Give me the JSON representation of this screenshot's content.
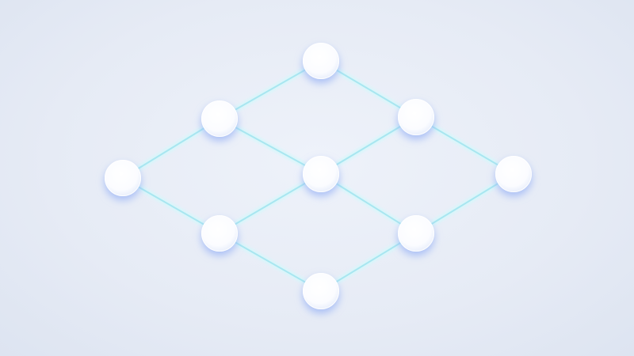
{
  "diagram": {
    "type": "lattice-network",
    "colors": {
      "background": "#e9eef7",
      "node_fill": "#ffffff",
      "node_glow": "#9db6f5",
      "edge": "#a8e6f0",
      "edge_glow": "#d6f7fb"
    },
    "nodes": [
      {
        "id": "top"
      },
      {
        "id": "upper-left"
      },
      {
        "id": "upper-right"
      },
      {
        "id": "left"
      },
      {
        "id": "center"
      },
      {
        "id": "right"
      },
      {
        "id": "lower-left"
      },
      {
        "id": "lower-right"
      },
      {
        "id": "bottom"
      }
    ],
    "edges": [
      {
        "from": "top",
        "to": "upper-left"
      },
      {
        "from": "top",
        "to": "upper-right"
      },
      {
        "from": "upper-left",
        "to": "left"
      },
      {
        "from": "upper-left",
        "to": "center"
      },
      {
        "from": "upper-right",
        "to": "center"
      },
      {
        "from": "upper-right",
        "to": "right"
      },
      {
        "from": "left",
        "to": "lower-left"
      },
      {
        "from": "center",
        "to": "lower-left"
      },
      {
        "from": "center",
        "to": "lower-right"
      },
      {
        "from": "right",
        "to": "lower-right"
      },
      {
        "from": "lower-left",
        "to": "bottom"
      },
      {
        "from": "lower-right",
        "to": "bottom"
      }
    ]
  }
}
